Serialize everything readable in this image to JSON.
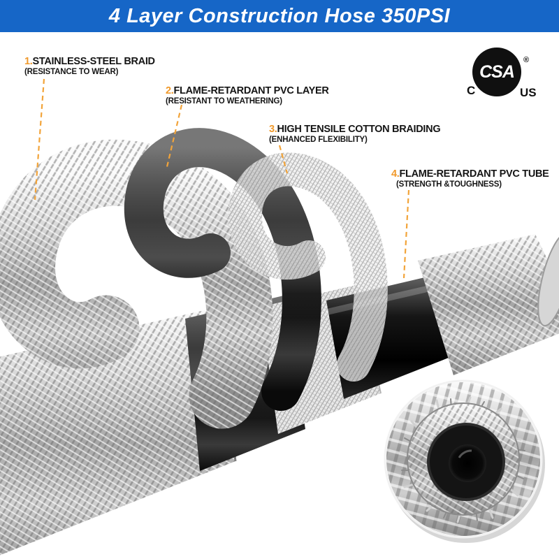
{
  "banner": {
    "title": "4 Layer Construction Hose 350PSI"
  },
  "certification": {
    "monogram": "CSA",
    "registered_symbol": "®",
    "left_text": "C",
    "right_text": "US"
  },
  "callouts": [
    {
      "number": "1.",
      "title": "STAINLESS-STEEL BRAID",
      "subtitle": "(RESISTANCE TO WEAR)"
    },
    {
      "number": "2.",
      "title": "FLAME-RETARDANT PVC LAYER",
      "subtitle": "(RESISTANT TO WEATHERING)"
    },
    {
      "number": "3.",
      "title": "HIGH TENSILE COTTON BRAIDING",
      "subtitle": "(ENHANCED FLEXIBILITY)"
    },
    {
      "number": "4.",
      "title": "FLAME-RETARDANT PVC TUBE",
      "subtitle": "(STRENGTH &TOUGHNESS)"
    }
  ],
  "colors": {
    "banner_blue": "#1666c7",
    "accent_orange": "#f0992b",
    "leader_line_orange": "#f2a43a"
  }
}
